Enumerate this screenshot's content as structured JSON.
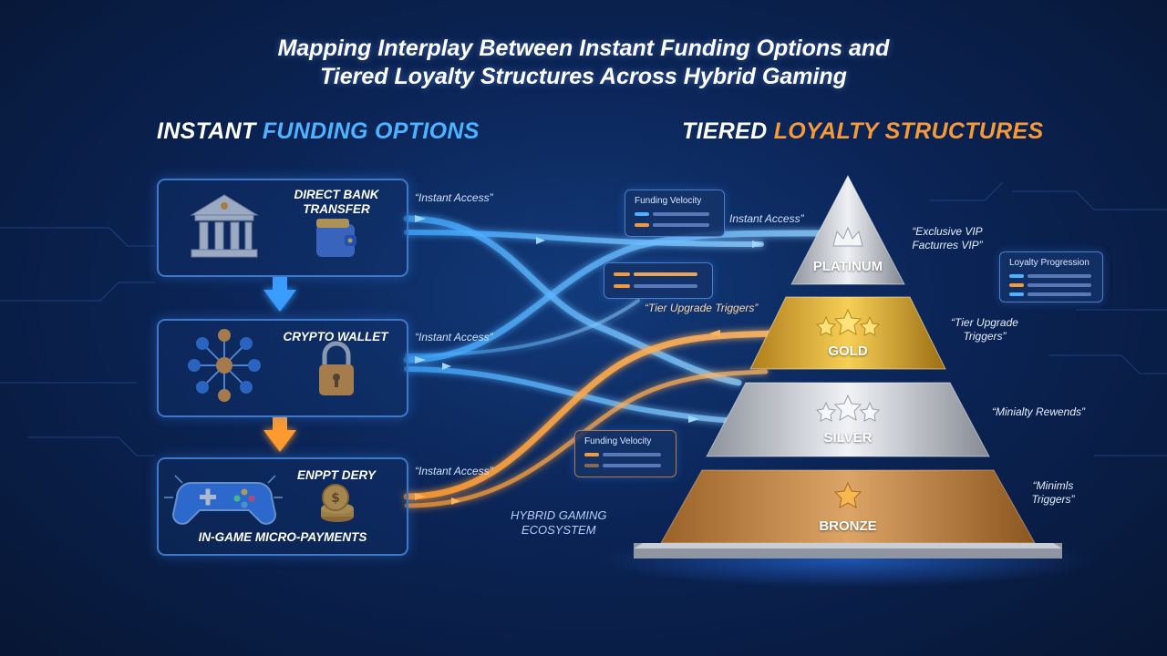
{
  "title_line1": "Mapping Interplay Between Instant Funding Options and",
  "title_line2": "Tiered Loyalty Structures Across Hybrid Gaming",
  "left_heading": {
    "part1": "INSTANT",
    "part2": "FUNDING OPTIONS"
  },
  "right_heading": {
    "part1": "TIERED",
    "part2": "LOYALTY STRUCTURES"
  },
  "funding_cards": [
    {
      "label_line1": "DIRECT BANK",
      "label_line2": "TRANSFER"
    },
    {
      "label": "CRYPTO WALLET"
    },
    {
      "label_top": "ENPPT DERY",
      "label_bottom": "IN-GAME MICRO-PAYMENTS"
    }
  ],
  "flow_labels": {
    "instant_access_1": "“Instant Access”",
    "instant_access_2": "Instant Access”",
    "instant_access_3": "“Instant Access”",
    "instant_access_4": "“Instant Access”",
    "tier_upgrade": "“Tier Upgrade Triggers”"
  },
  "velocity_panels": [
    {
      "title": "Funding Velocity"
    },
    {
      "title": "Funding Velocity"
    },
    {
      "title": "Loyalty Progression"
    }
  ],
  "tiers": [
    {
      "name": "PLATINUM",
      "color": "#c9ccd3"
    },
    {
      "name": "GOLD",
      "color": "#e7b53a"
    },
    {
      "name": "SILVER",
      "color": "#c8ccd4"
    },
    {
      "name": "BRONZE",
      "color": "#c58a45"
    }
  ],
  "side_notes": {
    "platinum_line1": "“Exclusive VIP",
    "platinum_line2": "Facturres VIP”",
    "gold_line1": "“Tier Upgrade",
    "gold_line2": "Triggers”",
    "silver": "“Minialty Rewends”",
    "bronze_line1": "“Minimls",
    "bronze_line2": "Triggers”"
  },
  "ecosystem_line1": "HYBRID GAMING",
  "ecosystem_line2": "ECOSYSTEM",
  "colors": {
    "blue_accent": "#4db2ff",
    "orange_accent": "#f59a3a",
    "card_border": "#3d78c9"
  }
}
